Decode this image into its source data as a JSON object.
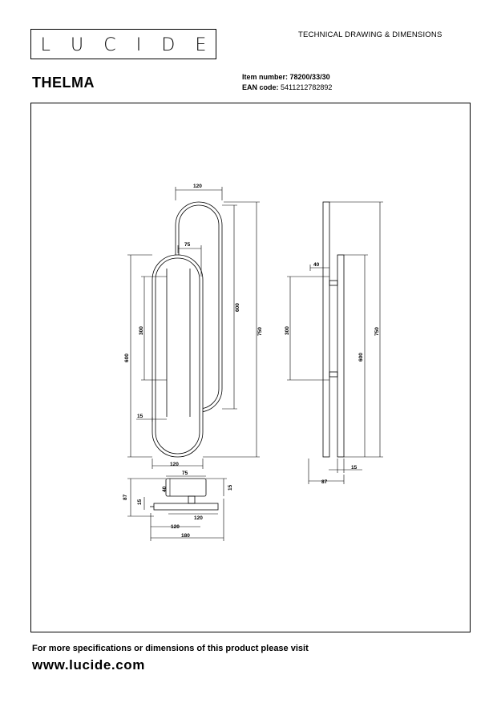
{
  "brand": {
    "logo_letters": [
      "L",
      "U",
      "C",
      "I",
      "D",
      "E"
    ]
  },
  "header": {
    "doc_type": "TECHNICAL DRAWING & DIMENSIONS",
    "product_name": "THELMA",
    "item_label": "Item number:",
    "item_value": "78200/33/30",
    "ean_label": "EAN code:",
    "ean_value": "5411212782892"
  },
  "drawing": {
    "front_view": {
      "top_width": "120",
      "inner_width": "75",
      "back_height": "600",
      "total_height": "750",
      "front_height": "600",
      "inner_height": "300",
      "thickness": "15",
      "bottom_width": "120"
    },
    "side_view": {
      "bracket_depth": "40",
      "inner_height": "300",
      "front_height": "600",
      "total_height": "750",
      "thickness": "15",
      "total_depth": "87"
    },
    "top_view": {
      "plate_width": "75",
      "bracket_depth": "40",
      "top_thickness": "15",
      "total_depth": "87",
      "front_thickness": "15",
      "ring_width_right": "120",
      "ring_width_left": "120",
      "total_width": "180"
    }
  },
  "footer": {
    "note": "For more specifications or dimensions of this product please visit",
    "url": "www.lucide.com"
  }
}
